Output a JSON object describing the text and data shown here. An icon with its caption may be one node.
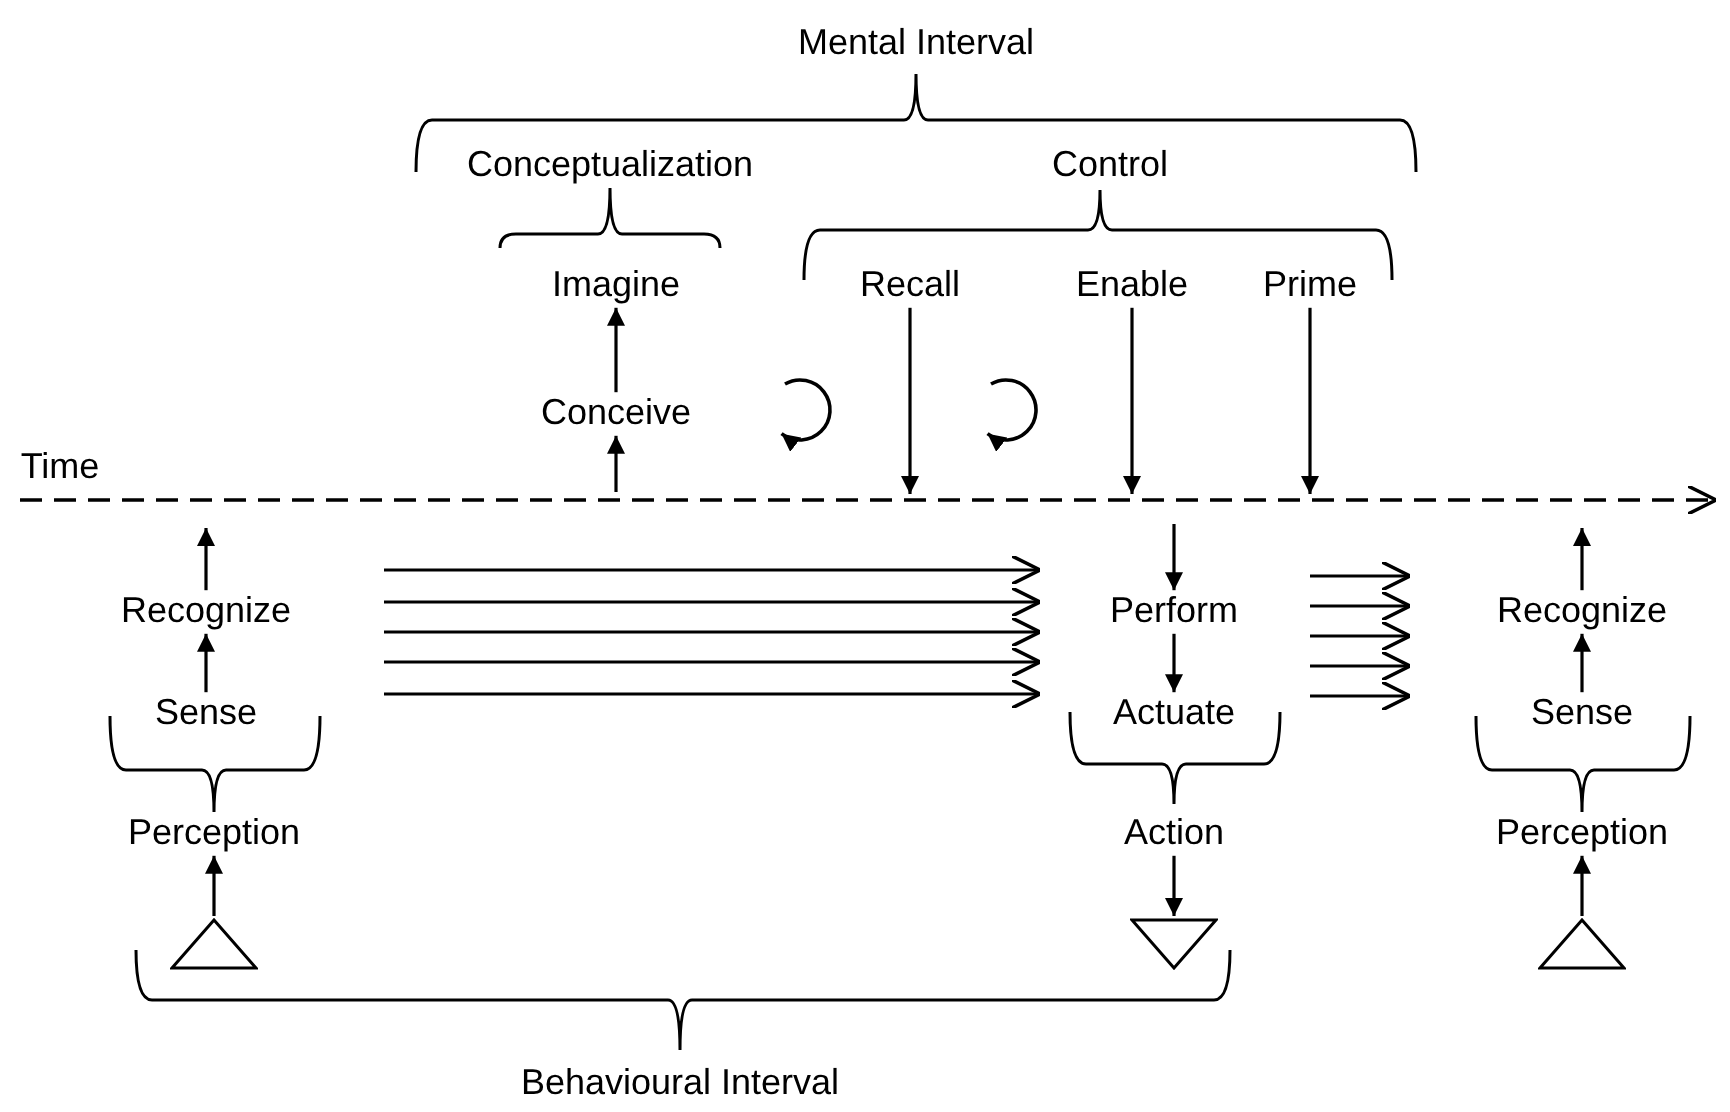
{
  "diagram": {
    "nodes": [
      {
        "text": [
          "Imagine"
        ]
      },
      {
        "text": [
          "Recall"
        ]
      },
      {
        "text": [
          "Enable"
        ]
      },
      {
        "text": [
          "Prime"
        ]
      },
      {
        "text": [
          "Conceive"
        ]
      },
      {
        "text": [
          "Recognize"
        ]
      },
      {
        "text": [
          "Sense"
        ]
      },
      {
        "text": [
          "Perform"
        ]
      },
      {
        "text": [
          "Actuate"
        ]
      },
      {
        "text": [
          "Recognize"
        ]
      },
      {
        "text": [
          "Sense"
        ]
      },
      {
        "text": [
          "Perception"
        ]
      },
      {
        "text": [
          "Action"
        ]
      },
      {
        "text": [
          "Perception"
        ]
      },
      {
        "text": [],
        "shape": "triangle"
      },
      {
        "text": [],
        "shape": "triangle"
      },
      {
        "text": [],
        "shape": "triangle"
      }
    ],
    "edges": [
      {
        "from": 4,
        "to": 0,
        "arrow": "to"
      },
      {
        "from": null,
        "to": 4,
        "arrow": "to"
      },
      {
        "from": 1,
        "to": null,
        "arrow": "to"
      },
      {
        "from": 2,
        "to": null,
        "arrow": "to"
      },
      {
        "from": 3,
        "to": null,
        "arrow": "to"
      },
      {
        "from": 5,
        "to": null,
        "arrow": "to"
      },
      {
        "from": 6,
        "to": 5,
        "arrow": "to"
      },
      {
        "from": 14,
        "to": 11,
        "arrow": "to"
      },
      {
        "from": null,
        "to": 7,
        "arrow": "to"
      },
      {
        "from": 7,
        "to": 8,
        "arrow": "to"
      },
      {
        "from": 12,
        "to": 15,
        "arrow": "to"
      },
      {
        "from": 16,
        "to": 13,
        "arrow": "to"
      },
      {
        "from": 10,
        "to": 9,
        "arrow": "to"
      },
      {
        "from": 9,
        "to": null,
        "arrow": "to"
      }
    ],
    "labels": [
      "Mental Interval",
      "Conceptualization",
      "Control",
      "Time",
      "Behavioural Interval"
    ]
  }
}
